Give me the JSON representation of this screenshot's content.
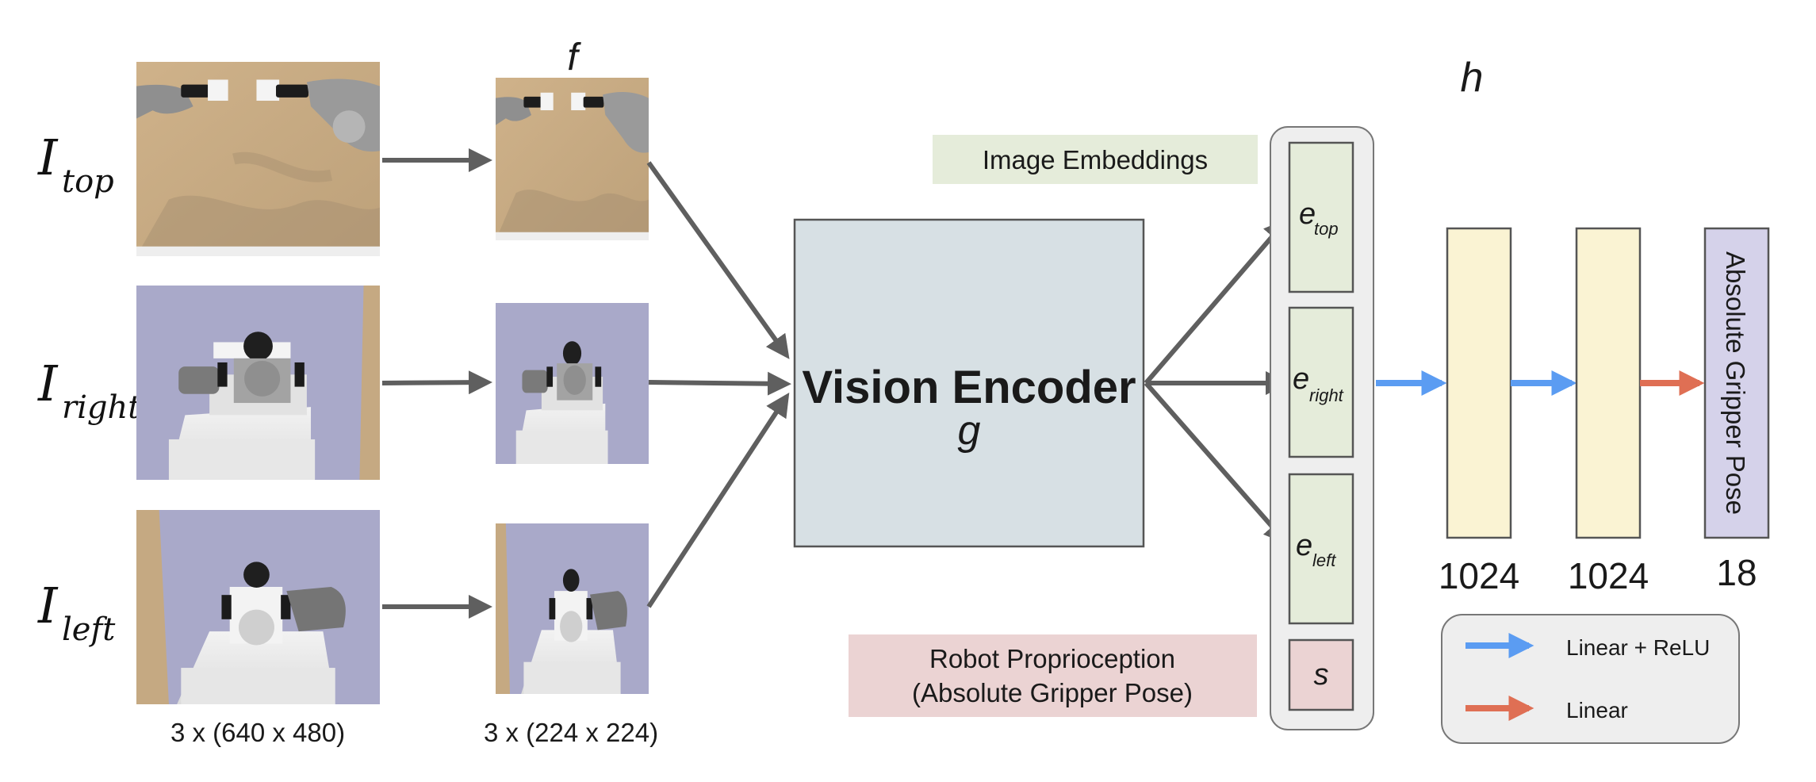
{
  "inputs": {
    "top": {
      "main": "I",
      "sub": "top"
    },
    "right": {
      "main": "I",
      "sub": "right"
    },
    "left": {
      "main": "I",
      "sub": "left"
    }
  },
  "raw_size_label": "3 x (640 x 480)",
  "resized_size_label": "3 x (224 x 224)",
  "resize_fn_label": "f",
  "encoder": {
    "title": "Vision Encoder",
    "symbol": "g"
  },
  "embeddings_label": "Image Embeddings",
  "embeddings": [
    {
      "main": "e",
      "sub": "top"
    },
    {
      "main": "e",
      "sub": "right"
    },
    {
      "main": "e",
      "sub": "left"
    }
  ],
  "proprio": {
    "line1": "Robot Proprioception",
    "line2": "(Absolute Gripper Pose)",
    "symbol": "s"
  },
  "head_fn_label": "h",
  "mlp_layers": [
    "1024",
    "1024"
  ],
  "output": {
    "label": "Absolute Gripper Pose",
    "size": "18"
  },
  "legend": [
    {
      "label": "Linear + ReLU",
      "color": "#5b9cf2"
    },
    {
      "label": "Linear",
      "color": "#df6f54"
    }
  ],
  "colors": {
    "arrow_gray": "#5f5f5f",
    "encoder_fill": "#d7e0e4",
    "embedding_fill": "#e5ecda",
    "proprio_fill": "#ebd3d3",
    "mlp_fill": "#faf3d3",
    "output_fill": "#d5d2ea",
    "container_fill": "#eeeeee",
    "wood": "#c9ac82",
    "lavender": "#a9a9c9"
  },
  "icons": {
    "robot_view_top": "robot-top-view-icon",
    "robot_view_right": "robot-right-view-icon",
    "robot_view_left": "robot-left-view-icon"
  }
}
